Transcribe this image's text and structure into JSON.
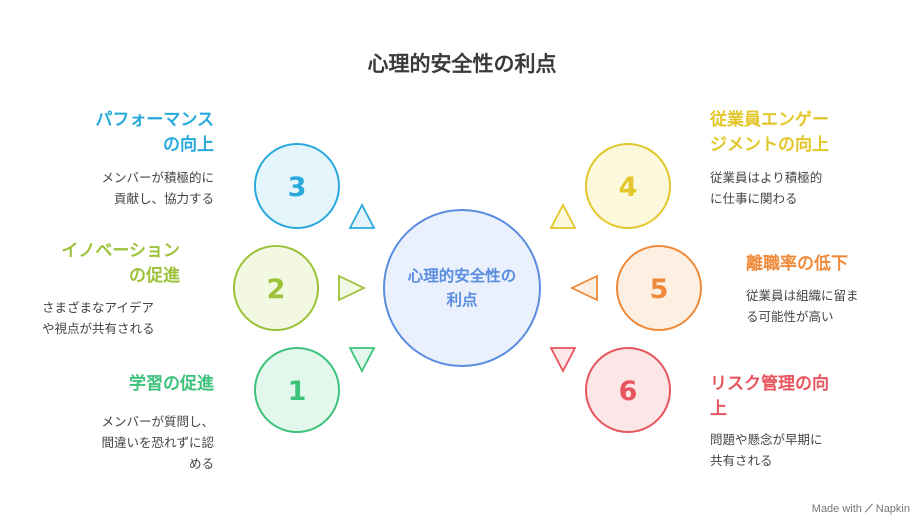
{
  "title": "心理的安全性の利点",
  "center": {
    "line1": "心理的安全性の",
    "line2": "利点"
  },
  "items": [
    {
      "number": "1",
      "heading": [
        "学習の促進"
      ],
      "desc": [
        "メンバーが質問し、",
        "間違いを恐れずに認",
        "める"
      ],
      "color": "#3dc27c",
      "fill": "#e3f8ec"
    },
    {
      "number": "2",
      "heading": [
        "イノベーション",
        "の促進"
      ],
      "desc": [
        "さまざまなアイデア",
        "や視点が共有される"
      ],
      "color": "#9cc23a",
      "fill": "#f2f8e2"
    },
    {
      "number": "3",
      "heading": [
        "パフォーマンス",
        "の向上"
      ],
      "desc": [
        "メンバーが積極的に",
        "貢献し、協力する"
      ],
      "color": "#2aa9dc",
      "fill": "#e4f5fc"
    },
    {
      "number": "4",
      "heading": [
        "従業員エンゲー",
        "ジメントの向上"
      ],
      "desc": [
        "従業員はより積極的",
        "に仕事に関わる"
      ],
      "color": "#e3c72a",
      "fill": "#fcf8dc"
    },
    {
      "number": "5",
      "heading": [
        "離職率の低下"
      ],
      "desc": [
        "従業員は組織に留ま",
        "る可能性が高い"
      ],
      "color": "#ee8a3a",
      "fill": "#fdefe2"
    },
    {
      "number": "6",
      "heading": [
        "リスク管理の向",
        "上"
      ],
      "desc": [
        "問題や懸念が早期に",
        "共有される"
      ],
      "color": "#e8555e",
      "fill": "#fde6e7"
    }
  ],
  "center_color": "#5a8de0",
  "center_fill": "#eaf1fd",
  "footer": {
    "prefix": "Made with",
    "brand": "Napkin"
  }
}
